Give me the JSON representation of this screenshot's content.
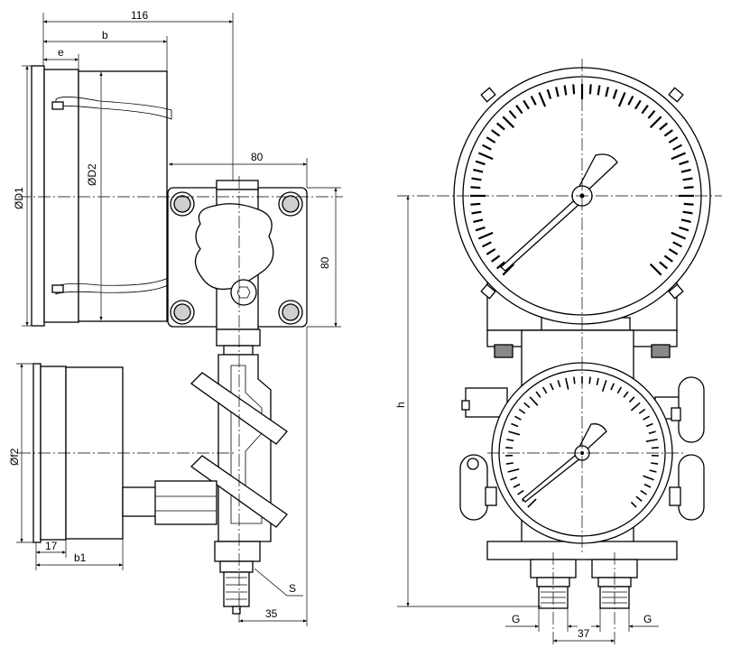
{
  "labels": {
    "dim_116": "116",
    "dim_b": "b",
    "dim_e": "e",
    "dim_d1": "ØD1",
    "dim_d2": "ØD2",
    "dim_80_h": "80",
    "dim_80_v": "80",
    "dim_f2": "Øf2",
    "dim_17": "17",
    "dim_b1": "b1",
    "dim_s": "S",
    "dim_35": "35",
    "dim_h": "h",
    "dim_g_left": "G",
    "dim_g_right": "G",
    "dim_37": "37"
  },
  "gauges": {
    "main_scale_ticks": 60,
    "aux_scale_ticks": 44
  }
}
